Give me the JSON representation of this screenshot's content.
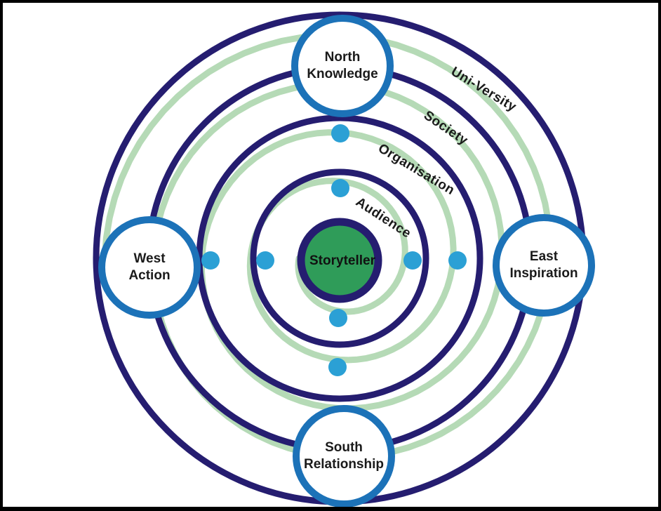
{
  "diagram": {
    "center_label": "Storyteller",
    "ring_labels": [
      "Audience",
      "Organisation",
      "Society",
      "Uni-Versity"
    ],
    "nodes": {
      "north": {
        "line1": "North",
        "line2": "Knowledge"
      },
      "east": {
        "line1": "East",
        "line2": "Inspiration"
      },
      "south": {
        "line1": "South",
        "line2": "Relationship"
      },
      "west": {
        "line1": "West",
        "line2": "Action"
      }
    },
    "colors": {
      "ring_navy": "#251d70",
      "spiral_green": "#b5dab6",
      "dot_cyan": "#2ba0d5",
      "center_green": "#2f9c59",
      "node_border_blue": "#1c72b8",
      "text": "#1a1a1a",
      "frame": "#000000",
      "background": "#ffffff"
    }
  }
}
